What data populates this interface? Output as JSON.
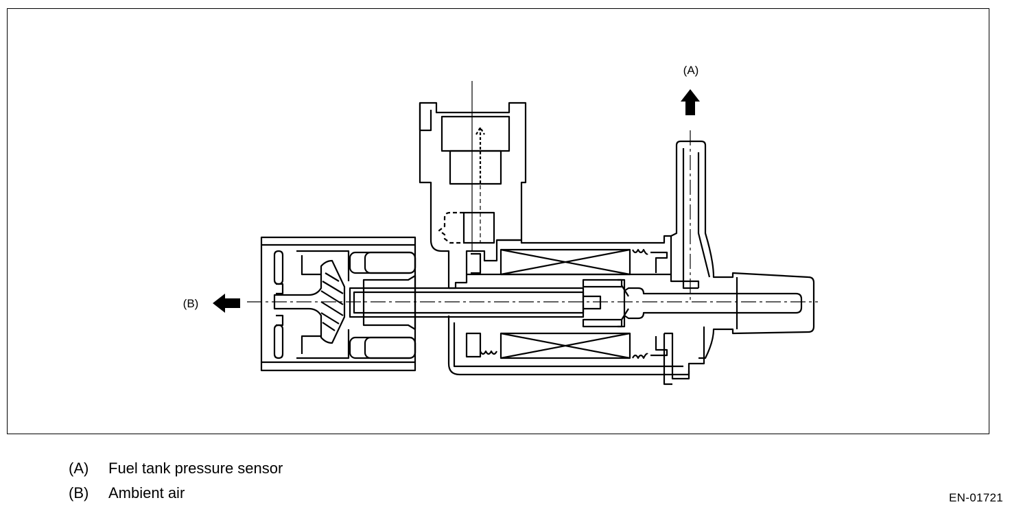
{
  "figure": {
    "code": "EN-01721",
    "callouts": {
      "a": "(A)",
      "b": "(B)"
    }
  },
  "legend": [
    {
      "key": "(A)",
      "text": "Fuel tank pressure sensor"
    },
    {
      "key": "(B)",
      "text": "Ambient air"
    }
  ],
  "colors": {
    "line": "#000000",
    "background": "#ffffff"
  },
  "icons": {
    "arrow_a": "arrow-up-icon",
    "arrow_b": "arrow-left-icon"
  }
}
